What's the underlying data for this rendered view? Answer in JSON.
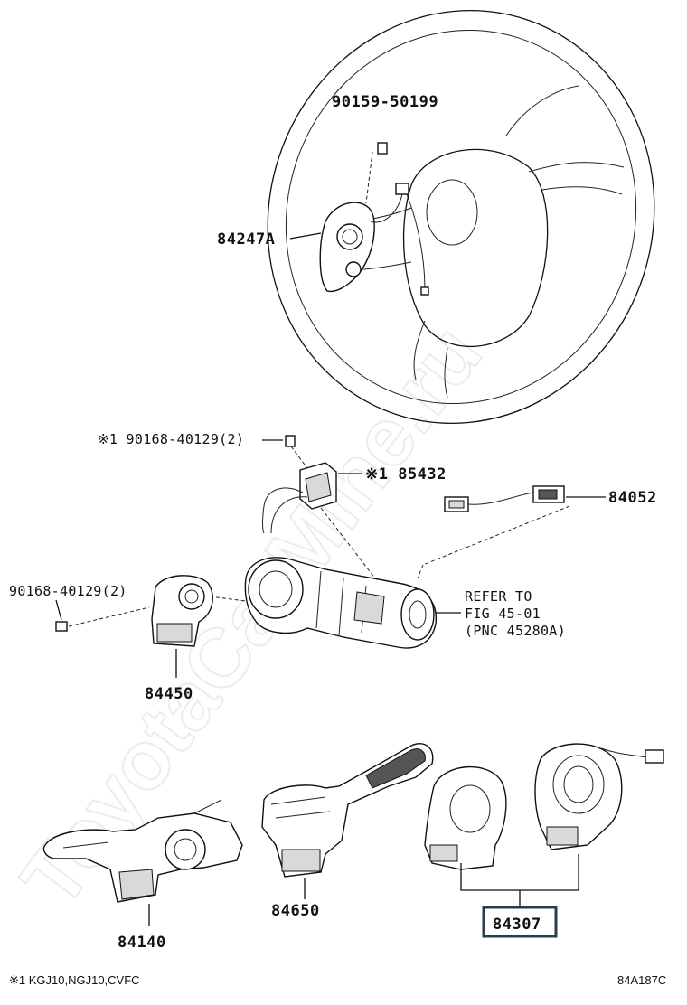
{
  "diagram": {
    "watermark": "ToyotaCarMine.ru",
    "parts": {
      "horn_bolt": "90159-50199",
      "horn_switch": "84247A",
      "screw_top": "※1 90168-40129(2)",
      "sensor": "※1 85432",
      "harness": "84052",
      "screw_left": "90168-40129(2)",
      "ignition_switch": "84450",
      "turn_switch": "84140",
      "wiper_switch": "84650",
      "spiral_cable": "84307"
    },
    "refer": {
      "line1": "REFER TO",
      "line2": "FIG 45-01",
      "line3": "(PNC 45280A)"
    },
    "footnote": "※1 KGJ10,NGJ10,CVFC",
    "figure_id": "84A187C"
  }
}
